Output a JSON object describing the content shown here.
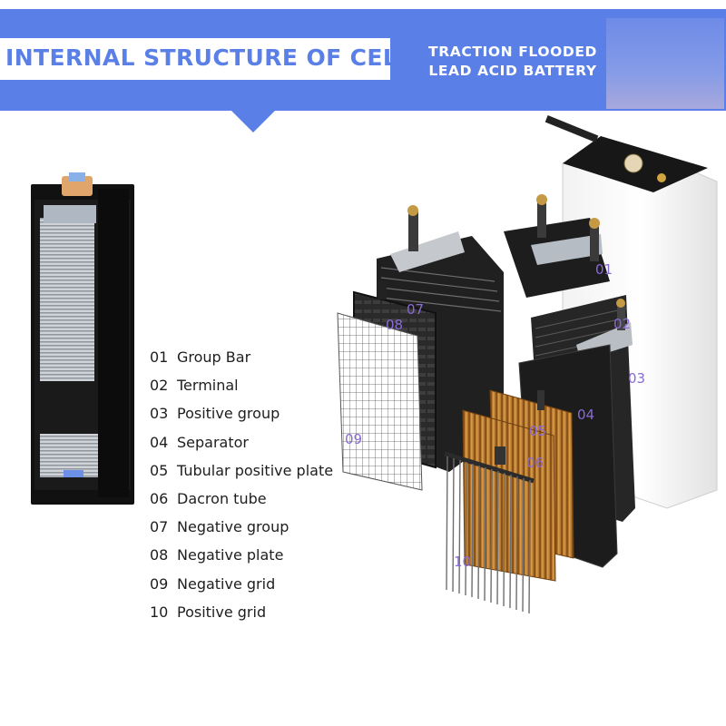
{
  "header": {
    "title": "INTERNAL STRUCTURE OF CELL",
    "subtitle_lines": [
      "TRACTION FLOODED",
      "LEAD ACID BATTERY"
    ],
    "accent_color": "#5a7fe6"
  },
  "legend": [
    {
      "num": "01",
      "label": "Group Bar"
    },
    {
      "num": "02",
      "label": "Terminal"
    },
    {
      "num": "03",
      "label": "Positive group"
    },
    {
      "num": "04",
      "label": "Separator"
    },
    {
      "num": "05",
      "label": "Tubular positive plate"
    },
    {
      "num": "06",
      "label": "Dacron tube"
    },
    {
      "num": "07",
      "label": "Negative group"
    },
    {
      "num": "08",
      "label": "Negative plate"
    },
    {
      "num": "09",
      "label": "Negative grid"
    },
    {
      "num": "10",
      "label": "Positive grid"
    }
  ],
  "callouts": [
    "01",
    "02",
    "03",
    "04",
    "05",
    "06",
    "07",
    "08",
    "09",
    "10"
  ],
  "colors": {
    "plate_dark": "#1f1f1f",
    "tube_brown": "#b8792d",
    "callout": "#8a6ad6"
  }
}
